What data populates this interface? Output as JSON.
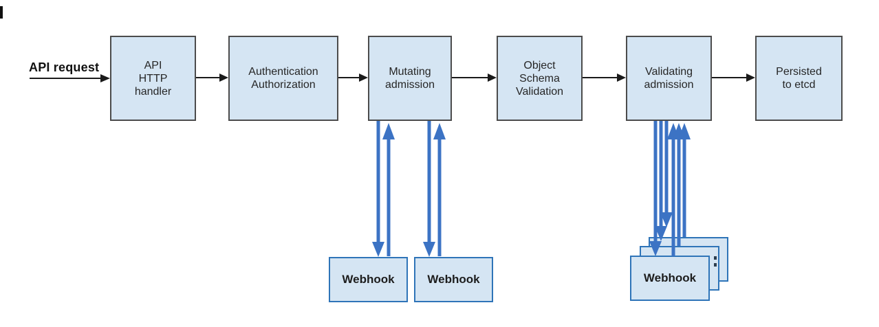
{
  "colors": {
    "box_fill": "#d5e5f3",
    "box_border": "#4b4b4b",
    "webhook_border": "#2e74b8",
    "flow_arrow": "#1a1a1a",
    "webhook_arrow": "#3c73c4"
  },
  "flow_label": {
    "api_request": "API request"
  },
  "pipeline": [
    {
      "id": "api-http-handler",
      "lines": [
        "API",
        "HTTP",
        "handler"
      ]
    },
    {
      "id": "authentication-authorization",
      "lines": [
        "Authentication",
        "Authorization"
      ]
    },
    {
      "id": "mutating-admission",
      "lines": [
        "Mutating",
        "admission"
      ]
    },
    {
      "id": "object-schema-validation",
      "lines": [
        "Object",
        "Schema",
        "Validation"
      ]
    },
    {
      "id": "validating-admission",
      "lines": [
        "Validating",
        "admission"
      ]
    },
    {
      "id": "persisted-to-etcd",
      "lines": [
        "Persisted",
        "to etcd"
      ]
    }
  ],
  "webhooks": {
    "mutating": [
      {
        "label": "Webhook"
      },
      {
        "label": "Webhook"
      }
    ],
    "validating": {
      "front_label": "Webhook",
      "stack_count": 3
    }
  },
  "connections": [
    {
      "from": "api-request",
      "to": "api-http-handler",
      "style": "black"
    },
    {
      "from": "api-http-handler",
      "to": "authentication-authorization",
      "style": "black"
    },
    {
      "from": "authentication-authorization",
      "to": "mutating-admission",
      "style": "black"
    },
    {
      "from": "mutating-admission",
      "to": "object-schema-validation",
      "style": "black"
    },
    {
      "from": "object-schema-validation",
      "to": "validating-admission",
      "style": "black"
    },
    {
      "from": "validating-admission",
      "to": "persisted-to-etcd",
      "style": "black"
    },
    {
      "from": "mutating-admission",
      "to": "webhook-1",
      "style": "blue-bidirectional"
    },
    {
      "from": "mutating-admission",
      "to": "webhook-2",
      "style": "blue-bidirectional"
    },
    {
      "from": "validating-admission",
      "to": "webhook-stack",
      "style": "blue-bidirectional-x3"
    }
  ]
}
